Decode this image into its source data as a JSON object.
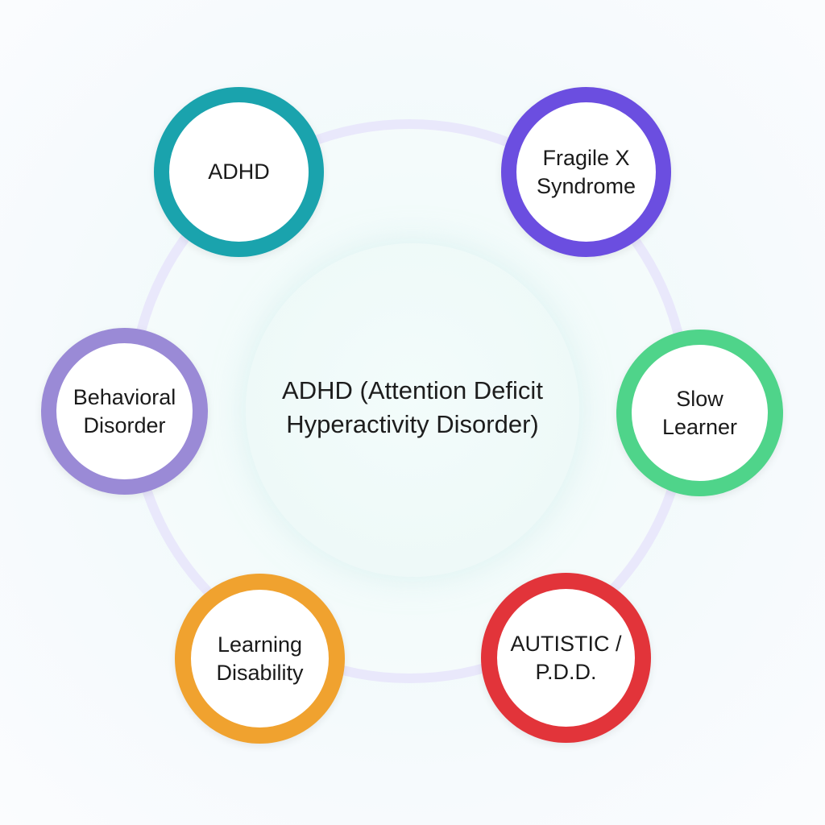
{
  "center": {
    "label_line1": "ADHD (Attention Deficit",
    "label_line2": "Hyperactivity Disorder)"
  },
  "nodes": [
    {
      "id": "adhd",
      "label": "ADHD",
      "color": "#1aa3ad"
    },
    {
      "id": "fragile",
      "label": "Fragile X\nSyndrome",
      "color": "#6b4ee0"
    },
    {
      "id": "behav",
      "label": "Behavioral\nDisorder",
      "color": "#9a8ad6"
    },
    {
      "id": "slow",
      "label": "Slow\nLearner",
      "color": "#4fd48a"
    },
    {
      "id": "learn",
      "label": "Learning\nDisability",
      "color": "#f0a22f"
    },
    {
      "id": "autistic",
      "label": "AUTISTIC /\nP.D.D.",
      "color": "#e2343a"
    }
  ],
  "colors": {
    "ring": "#e9e8fb",
    "text": "#1a1a1a"
  }
}
